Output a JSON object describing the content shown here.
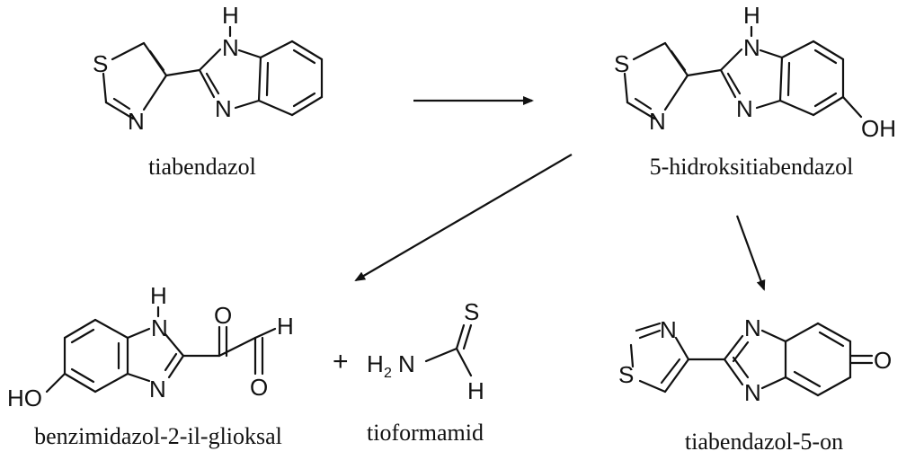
{
  "compounds": {
    "tiabendazol": {
      "name": "tiabendazol"
    },
    "hydroxy": {
      "name": "5-hidroksitiabendazol"
    },
    "glioksal": {
      "name": "benzimidazol-2-il-glioksal"
    },
    "tioformamid": {
      "name": "tioformamid"
    },
    "on": {
      "name": "tiabendazol-5-on"
    }
  },
  "atoms": {
    "S": "S",
    "N": "N",
    "H": "H",
    "O": "O",
    "OH": "OH",
    "HO": "HO",
    "H2": "H",
    "sub2": "2"
  },
  "plus_sign": "+"
}
